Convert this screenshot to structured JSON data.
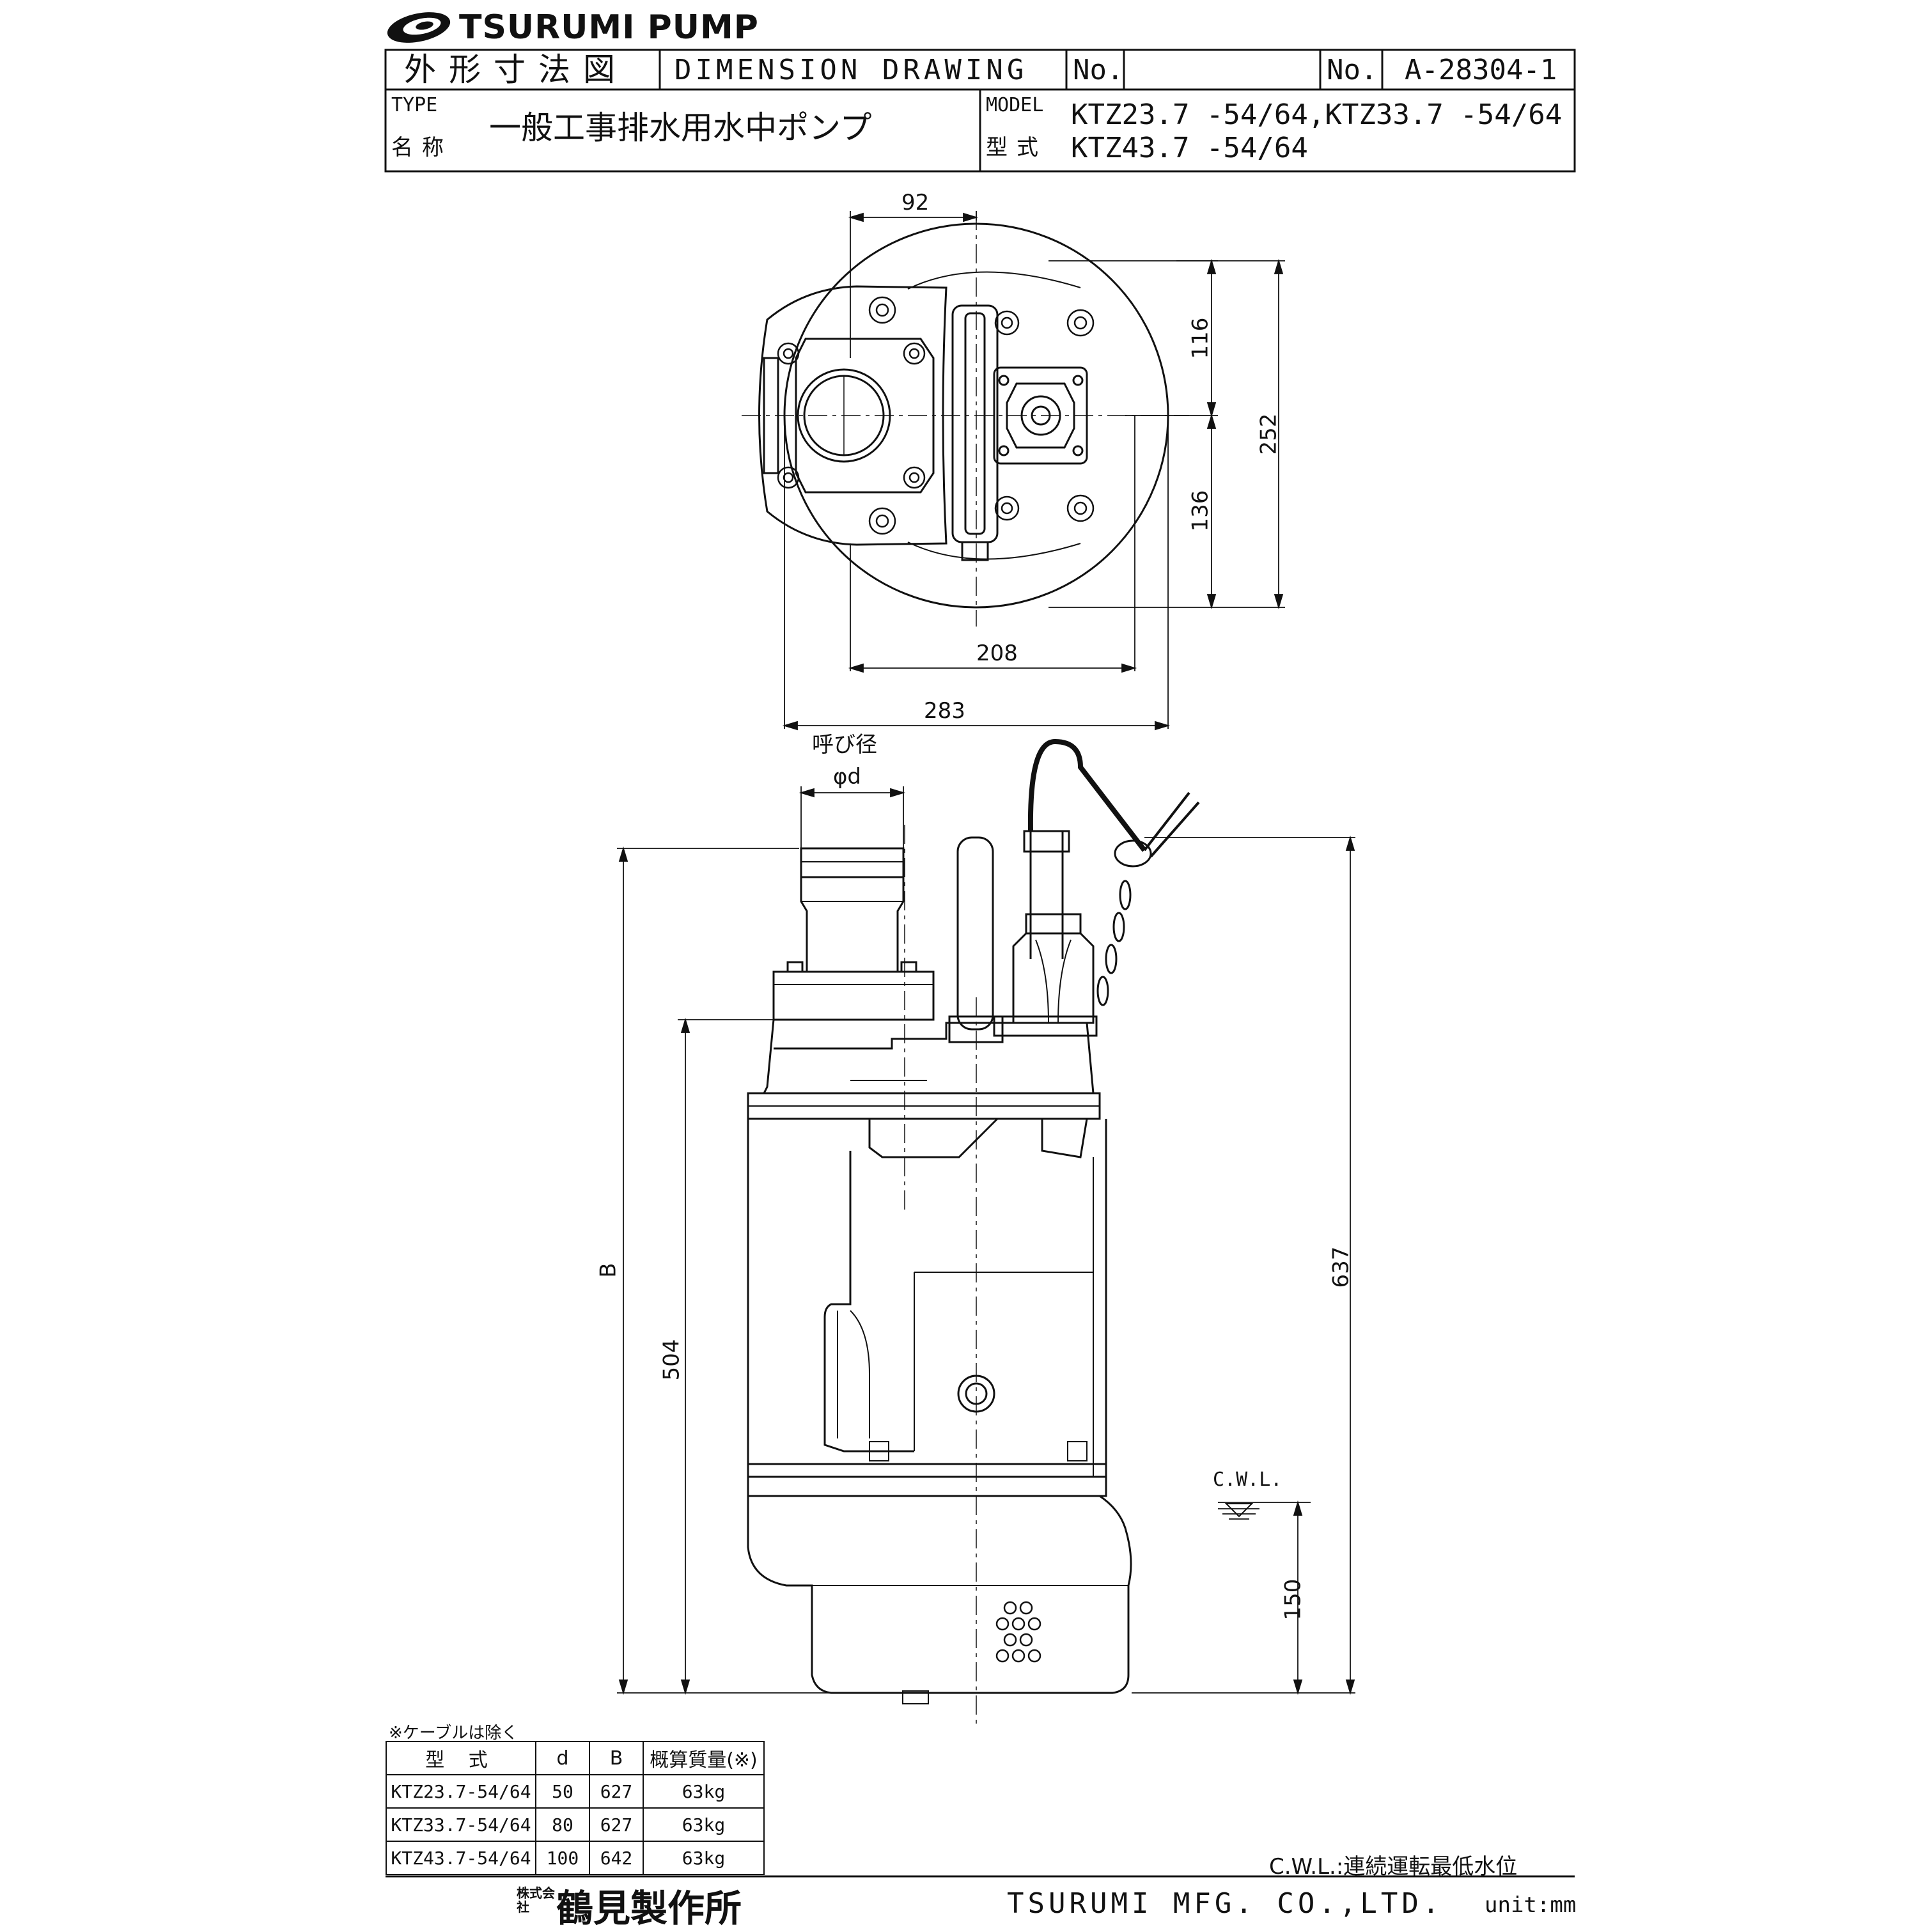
{
  "header": {
    "brand": "TSURUMI PUMP",
    "doc_title_jp": "外形寸法図",
    "doc_title_en": "DIMENSION DRAWING",
    "no_label_1": "No.",
    "no_value_1": "",
    "no_label_2": "No.",
    "no_value_2": "A-28304-1",
    "type_label": "TYPE",
    "name_label": "名称",
    "name_value": "一般工事排水用水中ポンプ",
    "model_label": "MODEL",
    "model_label_jp": "型式",
    "model_line1": "KTZ23.7 -54/64,KTZ33.7 -54/64",
    "model_line2": "KTZ43.7 -54/64"
  },
  "top_view": {
    "dim_92": "92",
    "dim_116": "116",
    "dim_136": "136",
    "dim_252": "252",
    "dim_208": "208",
    "dim_283": "283"
  },
  "side_view": {
    "bore_label": "呼び径",
    "bore_symbol": "φd",
    "dim_B": "B",
    "dim_504": "504",
    "dim_637": "637",
    "dim_150": "150",
    "cwl": "C.W.L."
  },
  "spec_table": {
    "note": "※ケーブルは除く",
    "headers": [
      "型 式",
      "d",
      "B",
      "概算質量(※)"
    ],
    "rows": [
      [
        "KTZ23.7-54/64",
        "50",
        "627",
        "63kg"
      ],
      [
        "KTZ33.7-54/64",
        "80",
        "627",
        "63kg"
      ],
      [
        "KTZ43.7-54/64",
        "100",
        "642",
        "63kg"
      ]
    ]
  },
  "footer": {
    "cwl_note": "C.W.L.:連続運転最低水位",
    "company_prefix": "株式会社",
    "company_jp": "鶴見製作所",
    "company_en": "TSURUMI MFG. CO.,LTD.",
    "unit": "unit:mm"
  }
}
